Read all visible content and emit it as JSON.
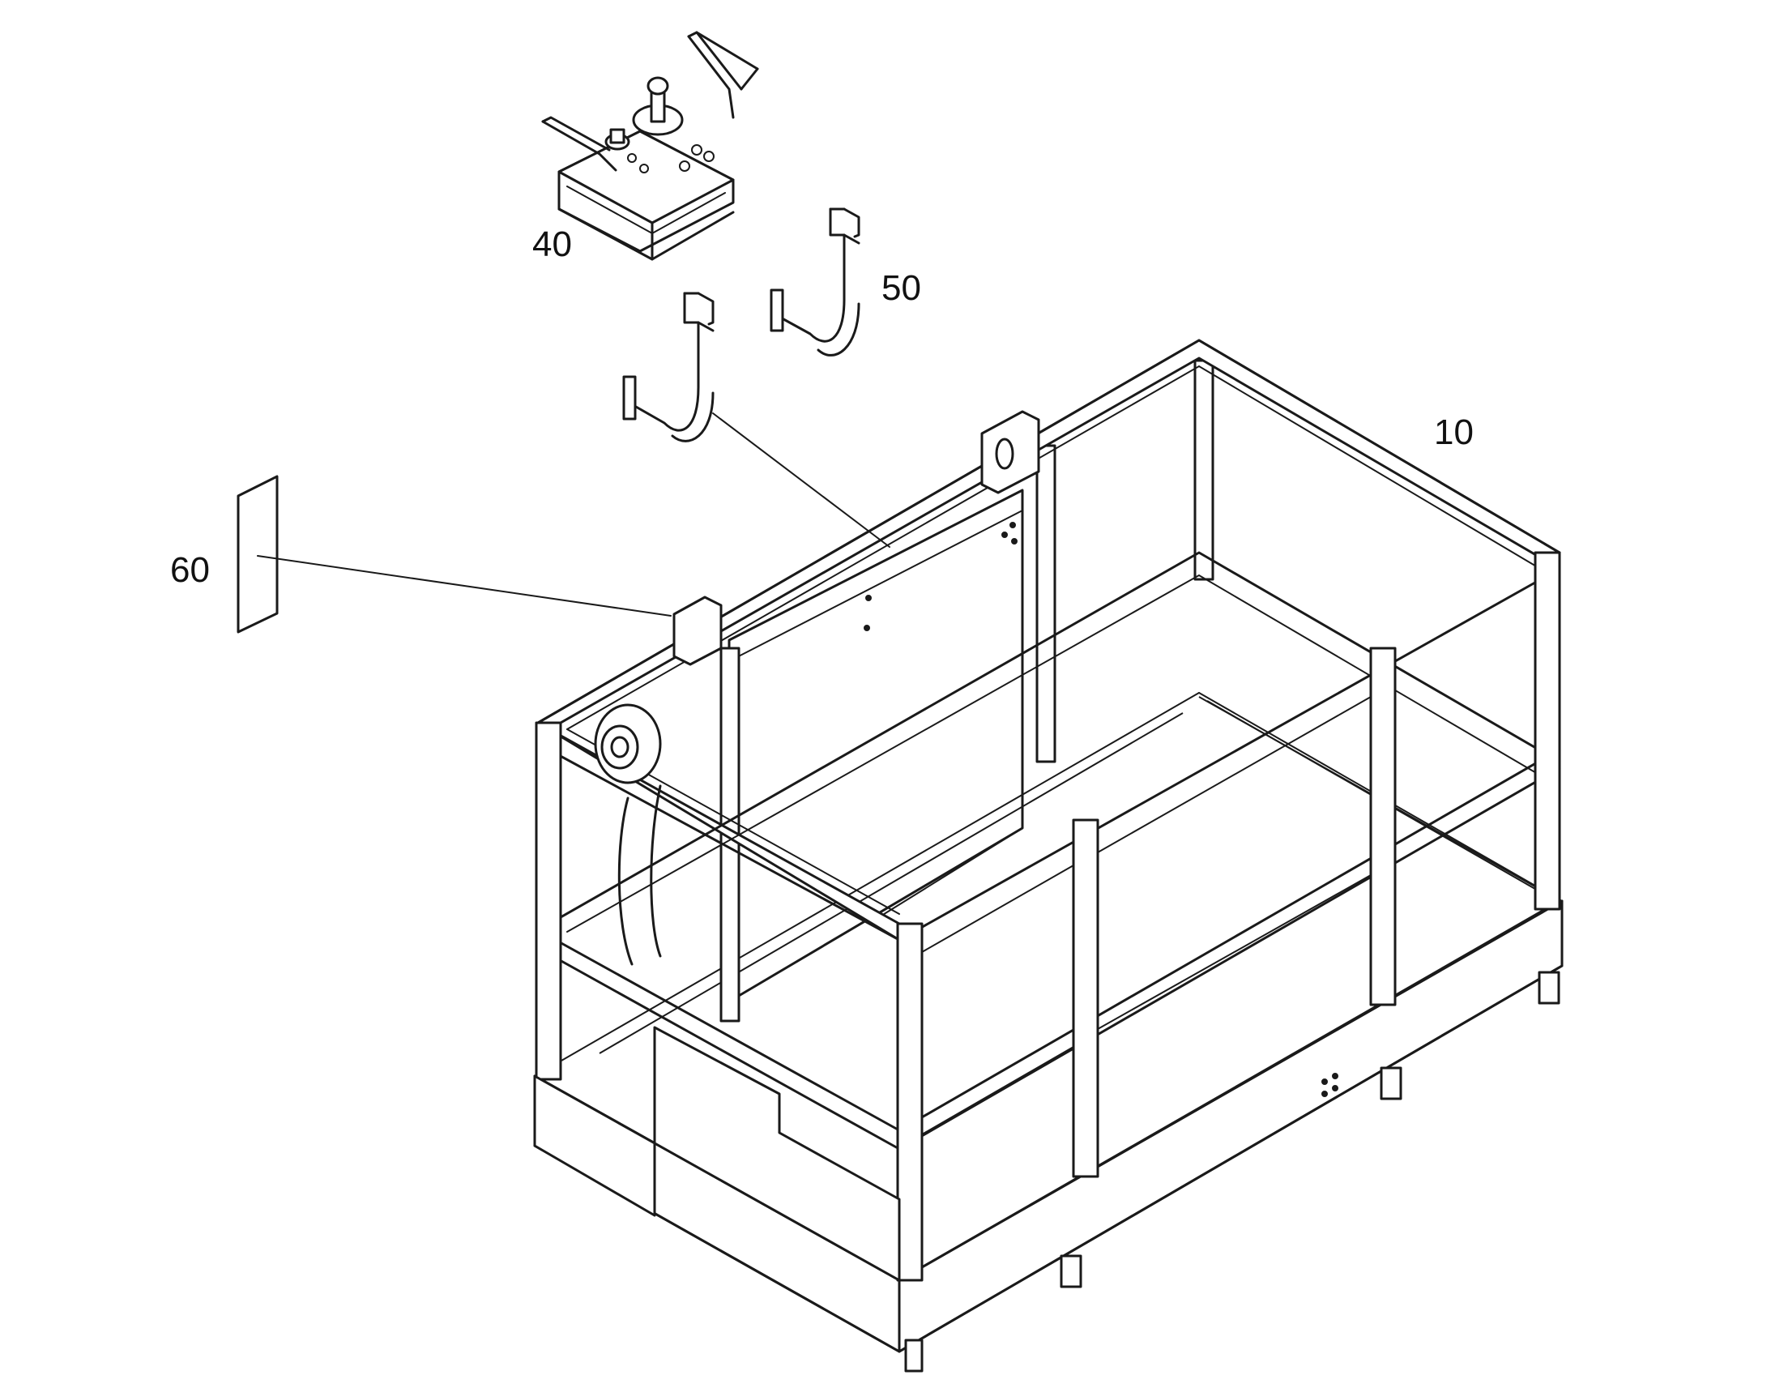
{
  "callouts": [
    {
      "id": "basket",
      "label": "10"
    },
    {
      "id": "control-box",
      "label": "40"
    },
    {
      "id": "bracket",
      "label": "50"
    },
    {
      "id": "plate",
      "label": "60"
    }
  ],
  "colors": {
    "line": "#1a1a1a",
    "background": "#ffffff"
  }
}
